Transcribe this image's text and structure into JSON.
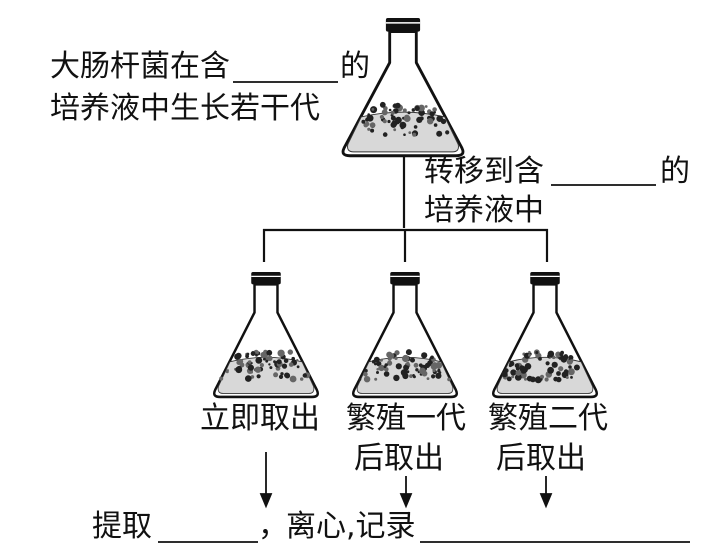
{
  "top_label": {
    "line1_prefix": "大肠杆菌在含",
    "line1_suffix": "的",
    "line2": "培养液中生长若干代"
  },
  "transfer_label": {
    "line1_prefix": "转移到含",
    "line1_suffix": "的",
    "line2": "培养液中"
  },
  "flasks": [
    {
      "id": "flask-left",
      "label_line1": "立即取出",
      "label_line2": ""
    },
    {
      "id": "flask-middle",
      "label_line1": "繁殖一代",
      "label_line2": "后取出"
    },
    {
      "id": "flask-right",
      "label_line1": "繁殖二代",
      "label_line2": "后取出"
    }
  ],
  "bottom": {
    "prefix": "提取",
    "comma": "，",
    "middle": "离心,记录"
  }
}
